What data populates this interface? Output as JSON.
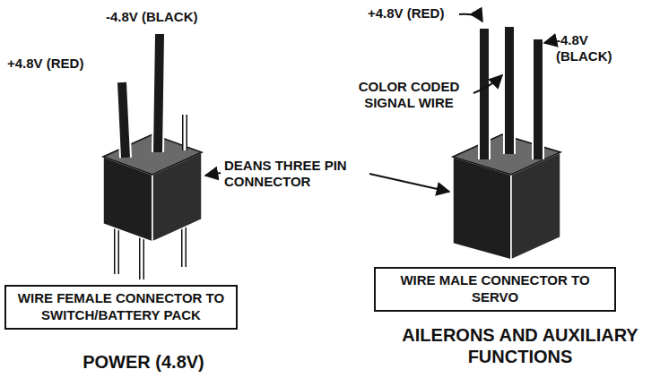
{
  "diagram": {
    "nodes": [
      {
        "text": [
          "WIRE FEMALE CONNECTOR TO SWITCH/BATTERY PACK"
        ]
      },
      {
        "text": [
          "WIRE MALE CONNECTOR TO SERVO"
        ]
      }
    ],
    "labels": [
      "-4.8V (BLACK)",
      "+4.8V (RED)",
      "-4.8V (BLACK)",
      "+4.8V (RED)",
      "COLOR CODED SIGNAL WIRE",
      "DEANS THREE PIN CONNECTOR",
      "POWER (4.8V)",
      "AILERONS AND AUXILIARY FUNCTIONS"
    ]
  }
}
